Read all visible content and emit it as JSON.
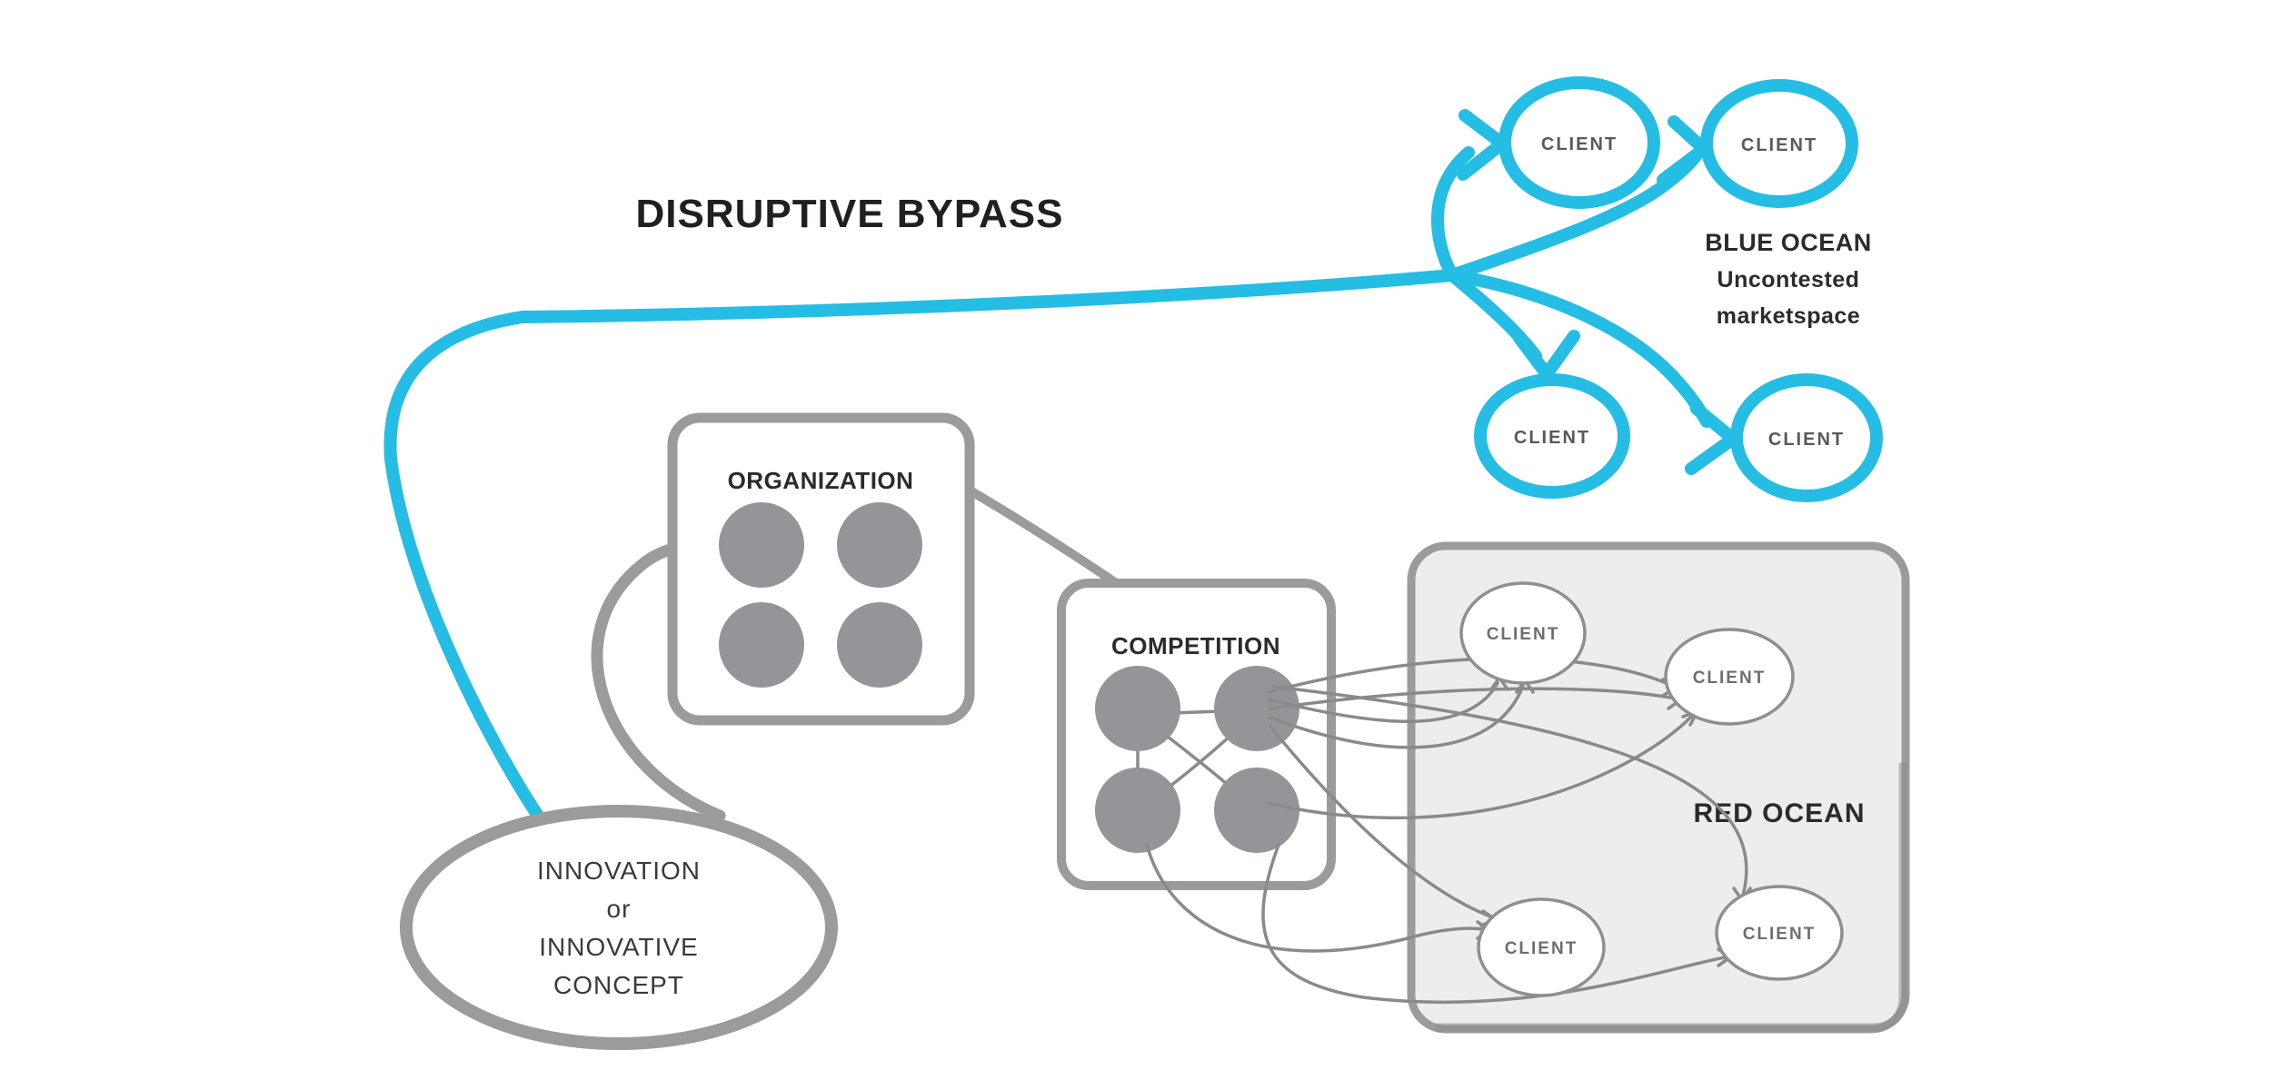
{
  "title": "DISRUPTIVE BYPASS",
  "colors": {
    "bypass_cyan": "#25bde4",
    "structure_gray": "#9b9b9b",
    "member_dot_gray": "#939598",
    "link_line_gray": "#8a8a8a",
    "red_ocean_fill": "#ededed",
    "heading_text": "#2b2b2b",
    "client_text": "#58595b"
  },
  "blue_ocean": {
    "title": "BLUE OCEAN",
    "subtitle_line1": "Uncontested",
    "subtitle_line2": "marketspace",
    "clients": [
      "CLIENT",
      "CLIENT",
      "CLIENT",
      "CLIENT"
    ]
  },
  "organization": {
    "label": "ORGANIZATION"
  },
  "competition": {
    "label": "COMPETITION"
  },
  "red_ocean": {
    "label": "RED OCEAN",
    "clients": [
      "CLIENT",
      "CLIENT",
      "CLIENT",
      "CLIENT"
    ]
  },
  "innovation": {
    "line1": "INNOVATION",
    "line2": "or",
    "line3": "INNOVATIVE",
    "line4": "CONCEPT"
  }
}
